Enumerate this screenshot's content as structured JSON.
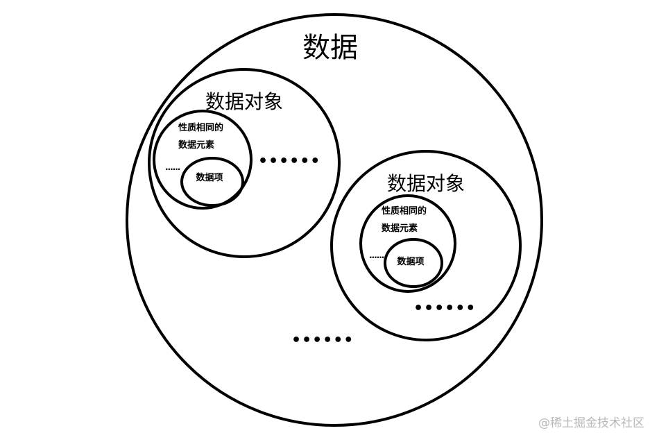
{
  "root_label": "数据",
  "data_objects": [
    {
      "label": "数据对象",
      "element_label_line1": "性质相同的",
      "element_label_line2": "数据元素",
      "item_label": "数据项",
      "ellipsis": "••••••",
      "small_ellipsis": "......"
    },
    {
      "label": "数据对象",
      "element_label_line1": "性质相同的",
      "element_label_line2": "数据元素",
      "item_label": "数据项",
      "ellipsis": "••••••",
      "small_ellipsis": "......"
    }
  ],
  "root_ellipsis": "••••••",
  "watermark": "@稀土掘金技术社区"
}
